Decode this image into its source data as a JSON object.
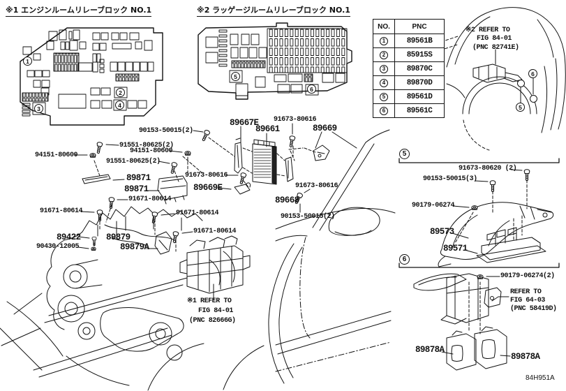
{
  "headers": {
    "block1": "※1 エンジンルームリレーブロック NO.1",
    "block2": "※2 ラッゲージルームリレーブロック NO.1"
  },
  "table": {
    "col_no": "NO.",
    "col_pnc": "PNC",
    "rows": [
      {
        "no": "1",
        "pnc": "89561B"
      },
      {
        "no": "2",
        "pnc": "85915S"
      },
      {
        "no": "3",
        "pnc": "89870C"
      },
      {
        "no": "4",
        "pnc": "89870D"
      },
      {
        "no": "5",
        "pnc": "89561D"
      },
      {
        "no": "6",
        "pnc": "89561C"
      }
    ]
  },
  "refs": {
    "rear": {
      "l1": "※2 REFER TO",
      "l2": "FIG 84-01",
      "l3": "(PNC 82741E)"
    },
    "engine": {
      "l1": "※1 REFER TO",
      "l2": "FIG 84-01",
      "l3": "(PNC 82666G)"
    },
    "sec6": {
      "l1": "REFER TO",
      "l2": "FIG 64-03",
      "l3": "(PNC 58419D)"
    }
  },
  "labels": [
    {
      "text": "90153-50015(2)"
    },
    {
      "text": "89667E"
    },
    {
      "text": "89661"
    },
    {
      "text": "91673-80616"
    },
    {
      "text": "89669"
    },
    {
      "text": "91551-80625(2)"
    },
    {
      "text": "94151-80600"
    },
    {
      "text": "94151-80600"
    },
    {
      "text": "91551-80625(2)"
    },
    {
      "text": "89871"
    },
    {
      "text": "89871"
    },
    {
      "text": "91673-80616"
    },
    {
      "text": "89669E"
    },
    {
      "text": "91671-80614"
    },
    {
      "text": "91671-80614"
    },
    {
      "text": "91671-80614"
    },
    {
      "text": "91671-80614"
    },
    {
      "text": "89422"
    },
    {
      "text": "89879"
    },
    {
      "text": "90430-12005"
    },
    {
      "text": "89879A"
    },
    {
      "text": "91673-80616"
    },
    {
      "text": "89668"
    },
    {
      "text": "90153-50015(2)"
    },
    {
      "text": "91673-80620 (2)"
    },
    {
      "text": "90153-50015(3)"
    },
    {
      "text": "90179-06274"
    },
    {
      "text": "89573"
    },
    {
      "text": "89571"
    },
    {
      "text": "90179-06274(2)"
    },
    {
      "text": "89878A"
    },
    {
      "text": "89878A"
    }
  ],
  "callouts": {
    "fusebox1": [
      "1",
      "2",
      "3",
      "4"
    ],
    "fusebox2": [
      "5",
      "6"
    ],
    "car": [
      "6",
      "5"
    ],
    "sections": [
      "5",
      "6"
    ]
  },
  "doc_number": "84H951A"
}
